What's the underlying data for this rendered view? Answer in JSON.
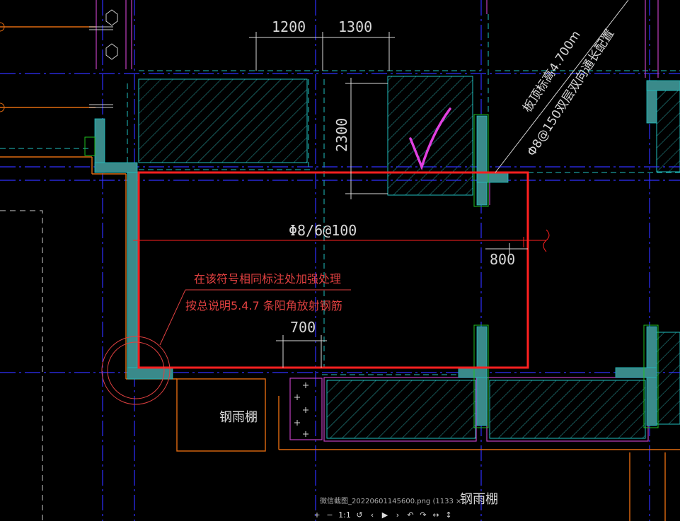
{
  "colors": {
    "background": "#000000",
    "wall_fill": "#3a8a8a",
    "axis_blue": "#3030ff",
    "dash_cyan": "#20c0c0",
    "magenta": "#c040c0",
    "orange": "#e06a10",
    "red_box": "#ff2020",
    "dimension_white": "#d8d8d8",
    "green": "#20c020",
    "hatch_cyan": "#2aa0a0",
    "check_magenta": "#e040e0",
    "note_red": "#e04040"
  },
  "dimensions": {
    "top_left": "1200",
    "top_right": "1300",
    "vertical": "2300",
    "right_side": "800",
    "bottom": "700"
  },
  "rebar_label": "Φ8/6@100",
  "diagonal_note": {
    "line1": "板顶标高4.700m",
    "line2": "Φ8@150双层双向通长配置"
  },
  "red_note": {
    "line1": "在该符号相同标注处加强处理",
    "line2": "按总说明5.4.7 条阳角放射钢筋"
  },
  "canopy_labels": {
    "left": "钢雨棚",
    "bottom": "钢雨棚"
  },
  "viewer": {
    "filename": "微信截图_20220601145600.png (1133 ×",
    "tools": [
      {
        "name": "zoom-in-button",
        "label": "+"
      },
      {
        "name": "zoom-out-button",
        "label": "−"
      },
      {
        "name": "actual-size-button",
        "label": "1:1"
      },
      {
        "name": "reset-button",
        "label": "↺"
      },
      {
        "name": "previous-button",
        "label": "‹"
      },
      {
        "name": "play-button",
        "label": "▶"
      },
      {
        "name": "next-button",
        "label": "›"
      },
      {
        "name": "rotate-left-button",
        "label": "↶"
      },
      {
        "name": "rotate-right-button",
        "label": "↷"
      },
      {
        "name": "flip-horizontal-button",
        "label": "↔"
      },
      {
        "name": "flip-vertical-button",
        "label": "↕"
      }
    ]
  }
}
